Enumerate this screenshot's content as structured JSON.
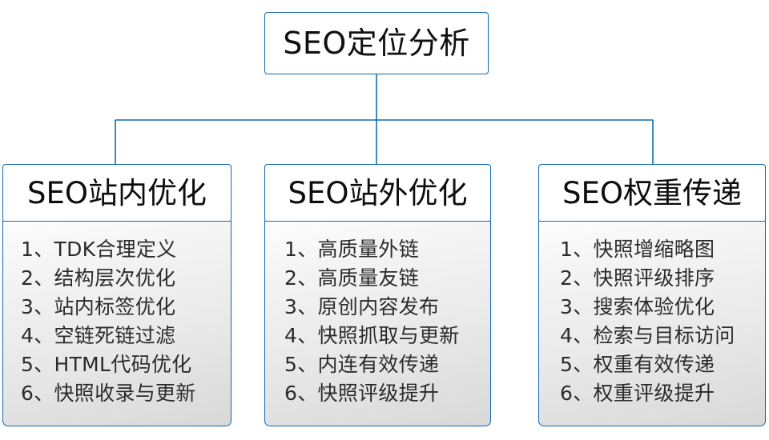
{
  "diagram": {
    "type": "org-tree",
    "root": {
      "label": "SEO定位分析"
    },
    "colors": {
      "border_blue": "#1268b3",
      "connector_blue": "#0f6cb4",
      "header_background": "#ffffff",
      "body_gradient_top": "#fdfdfd",
      "body_gradient_bottom": "#d8d8d8",
      "text": "#101010"
    },
    "branches": [
      {
        "title": "SEO站内优化",
        "items": [
          "1、TDK合理定义",
          "2、结构层次优化",
          "3、站内标签优化",
          "4、空链死链过滤",
          "5、HTML代码优化",
          "6、快照收录与更新"
        ]
      },
      {
        "title": "SEO站外优化",
        "items": [
          "1、高质量外链",
          "2、高质量友链",
          "3、原创内容发布",
          "4、快照抓取与更新",
          "5、内连有效传递",
          "6、快照评级提升"
        ]
      },
      {
        "title": "SEO权重传递",
        "items": [
          "1、快照增缩略图",
          "2、快照评级排序",
          "3、搜索体验优化",
          "4、检索与目标访问",
          "5、权重有效传递",
          "6、权重评级提升"
        ]
      }
    ]
  }
}
